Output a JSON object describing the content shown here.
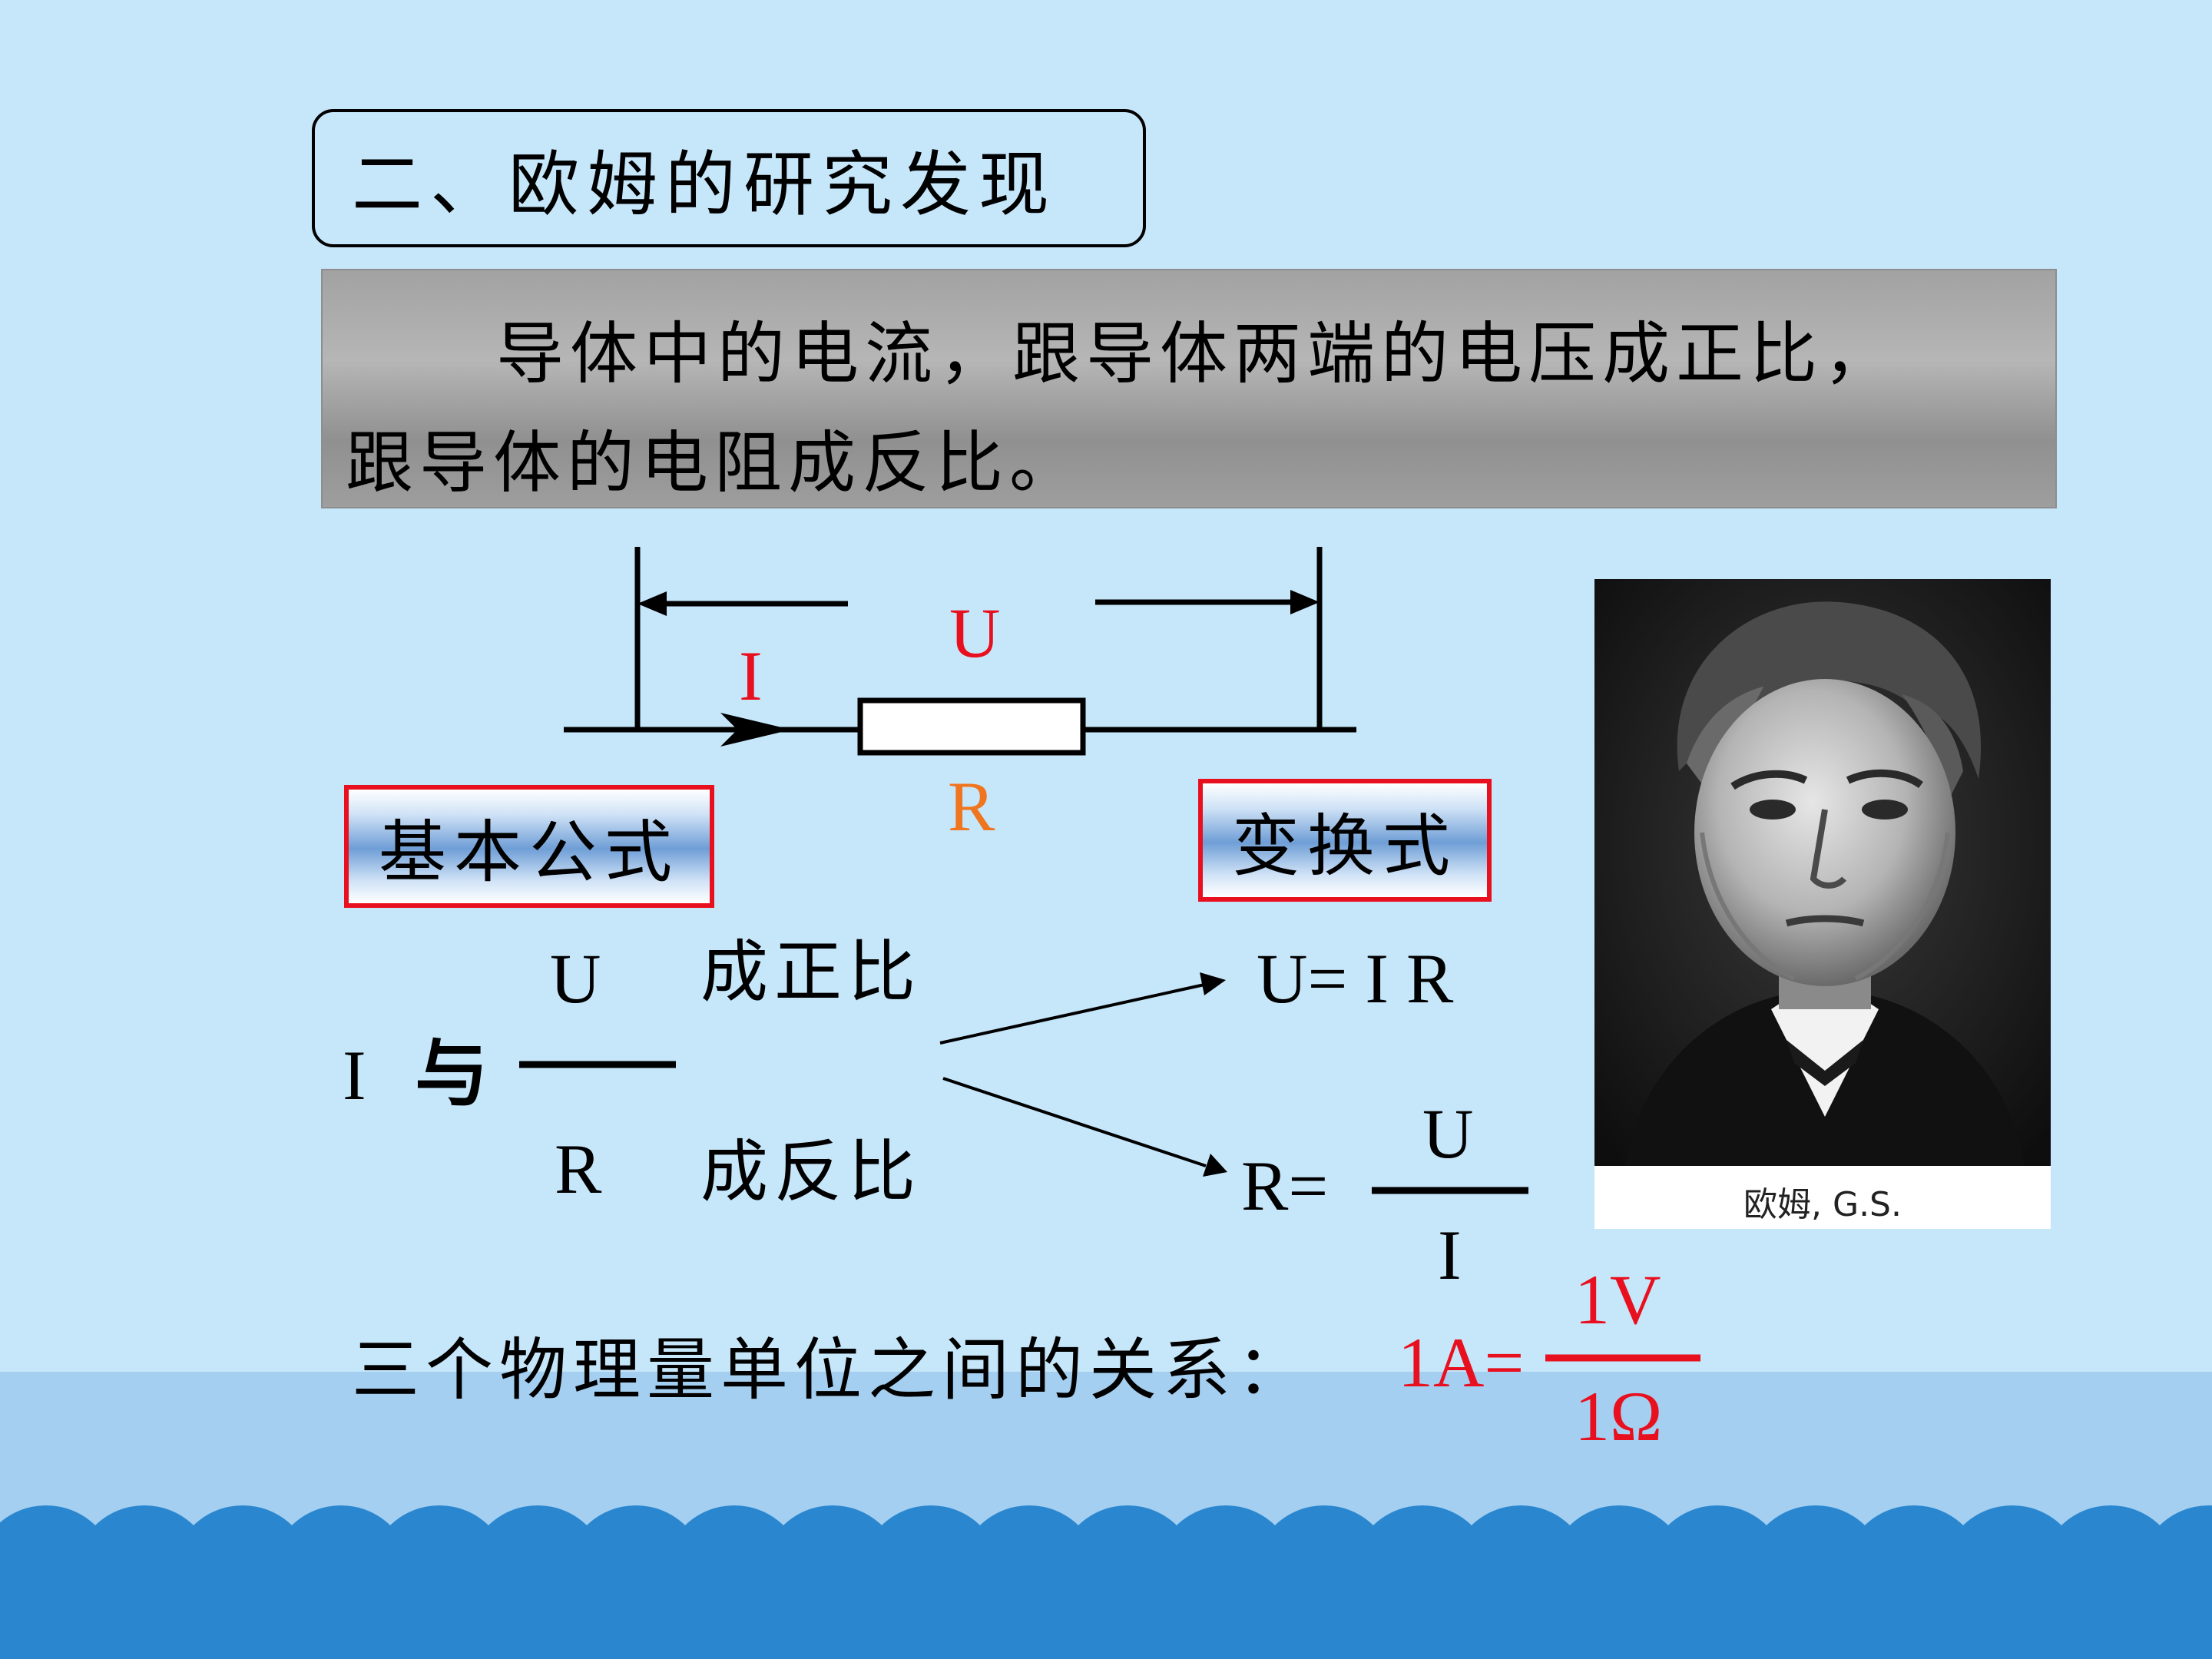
{
  "title": "二、欧姆的研究发现",
  "definition": {
    "line1": "导体中的电流，跟导体两端的电压成正比，",
    "line2": "跟导体的电阻成反比。"
  },
  "circuit": {
    "current": "I",
    "voltage": "U",
    "resistance": "R"
  },
  "basic_formula": {
    "label": "基本公式",
    "lhs": "I",
    "connector": "与",
    "numerator": "U",
    "denominator": "R",
    "proportional": "成正比",
    "inverse": "成反比"
  },
  "transform": {
    "label": "变换式",
    "formula1": "U= I R",
    "formula2_lhs": "R=",
    "formula2_num": "U",
    "formula2_den": "I"
  },
  "units": {
    "prefix": "三个物理量单位之间的关系：",
    "lhs": "1A=",
    "numerator": "1V",
    "denominator": "1Ω"
  },
  "portrait": {
    "caption": "欧姆, G.S."
  },
  "colors": {
    "background": "#c6e6fa",
    "accent_red": "#e8101e",
    "accent_orange": "#f0751f",
    "wave_blue": "#2a87cf"
  }
}
